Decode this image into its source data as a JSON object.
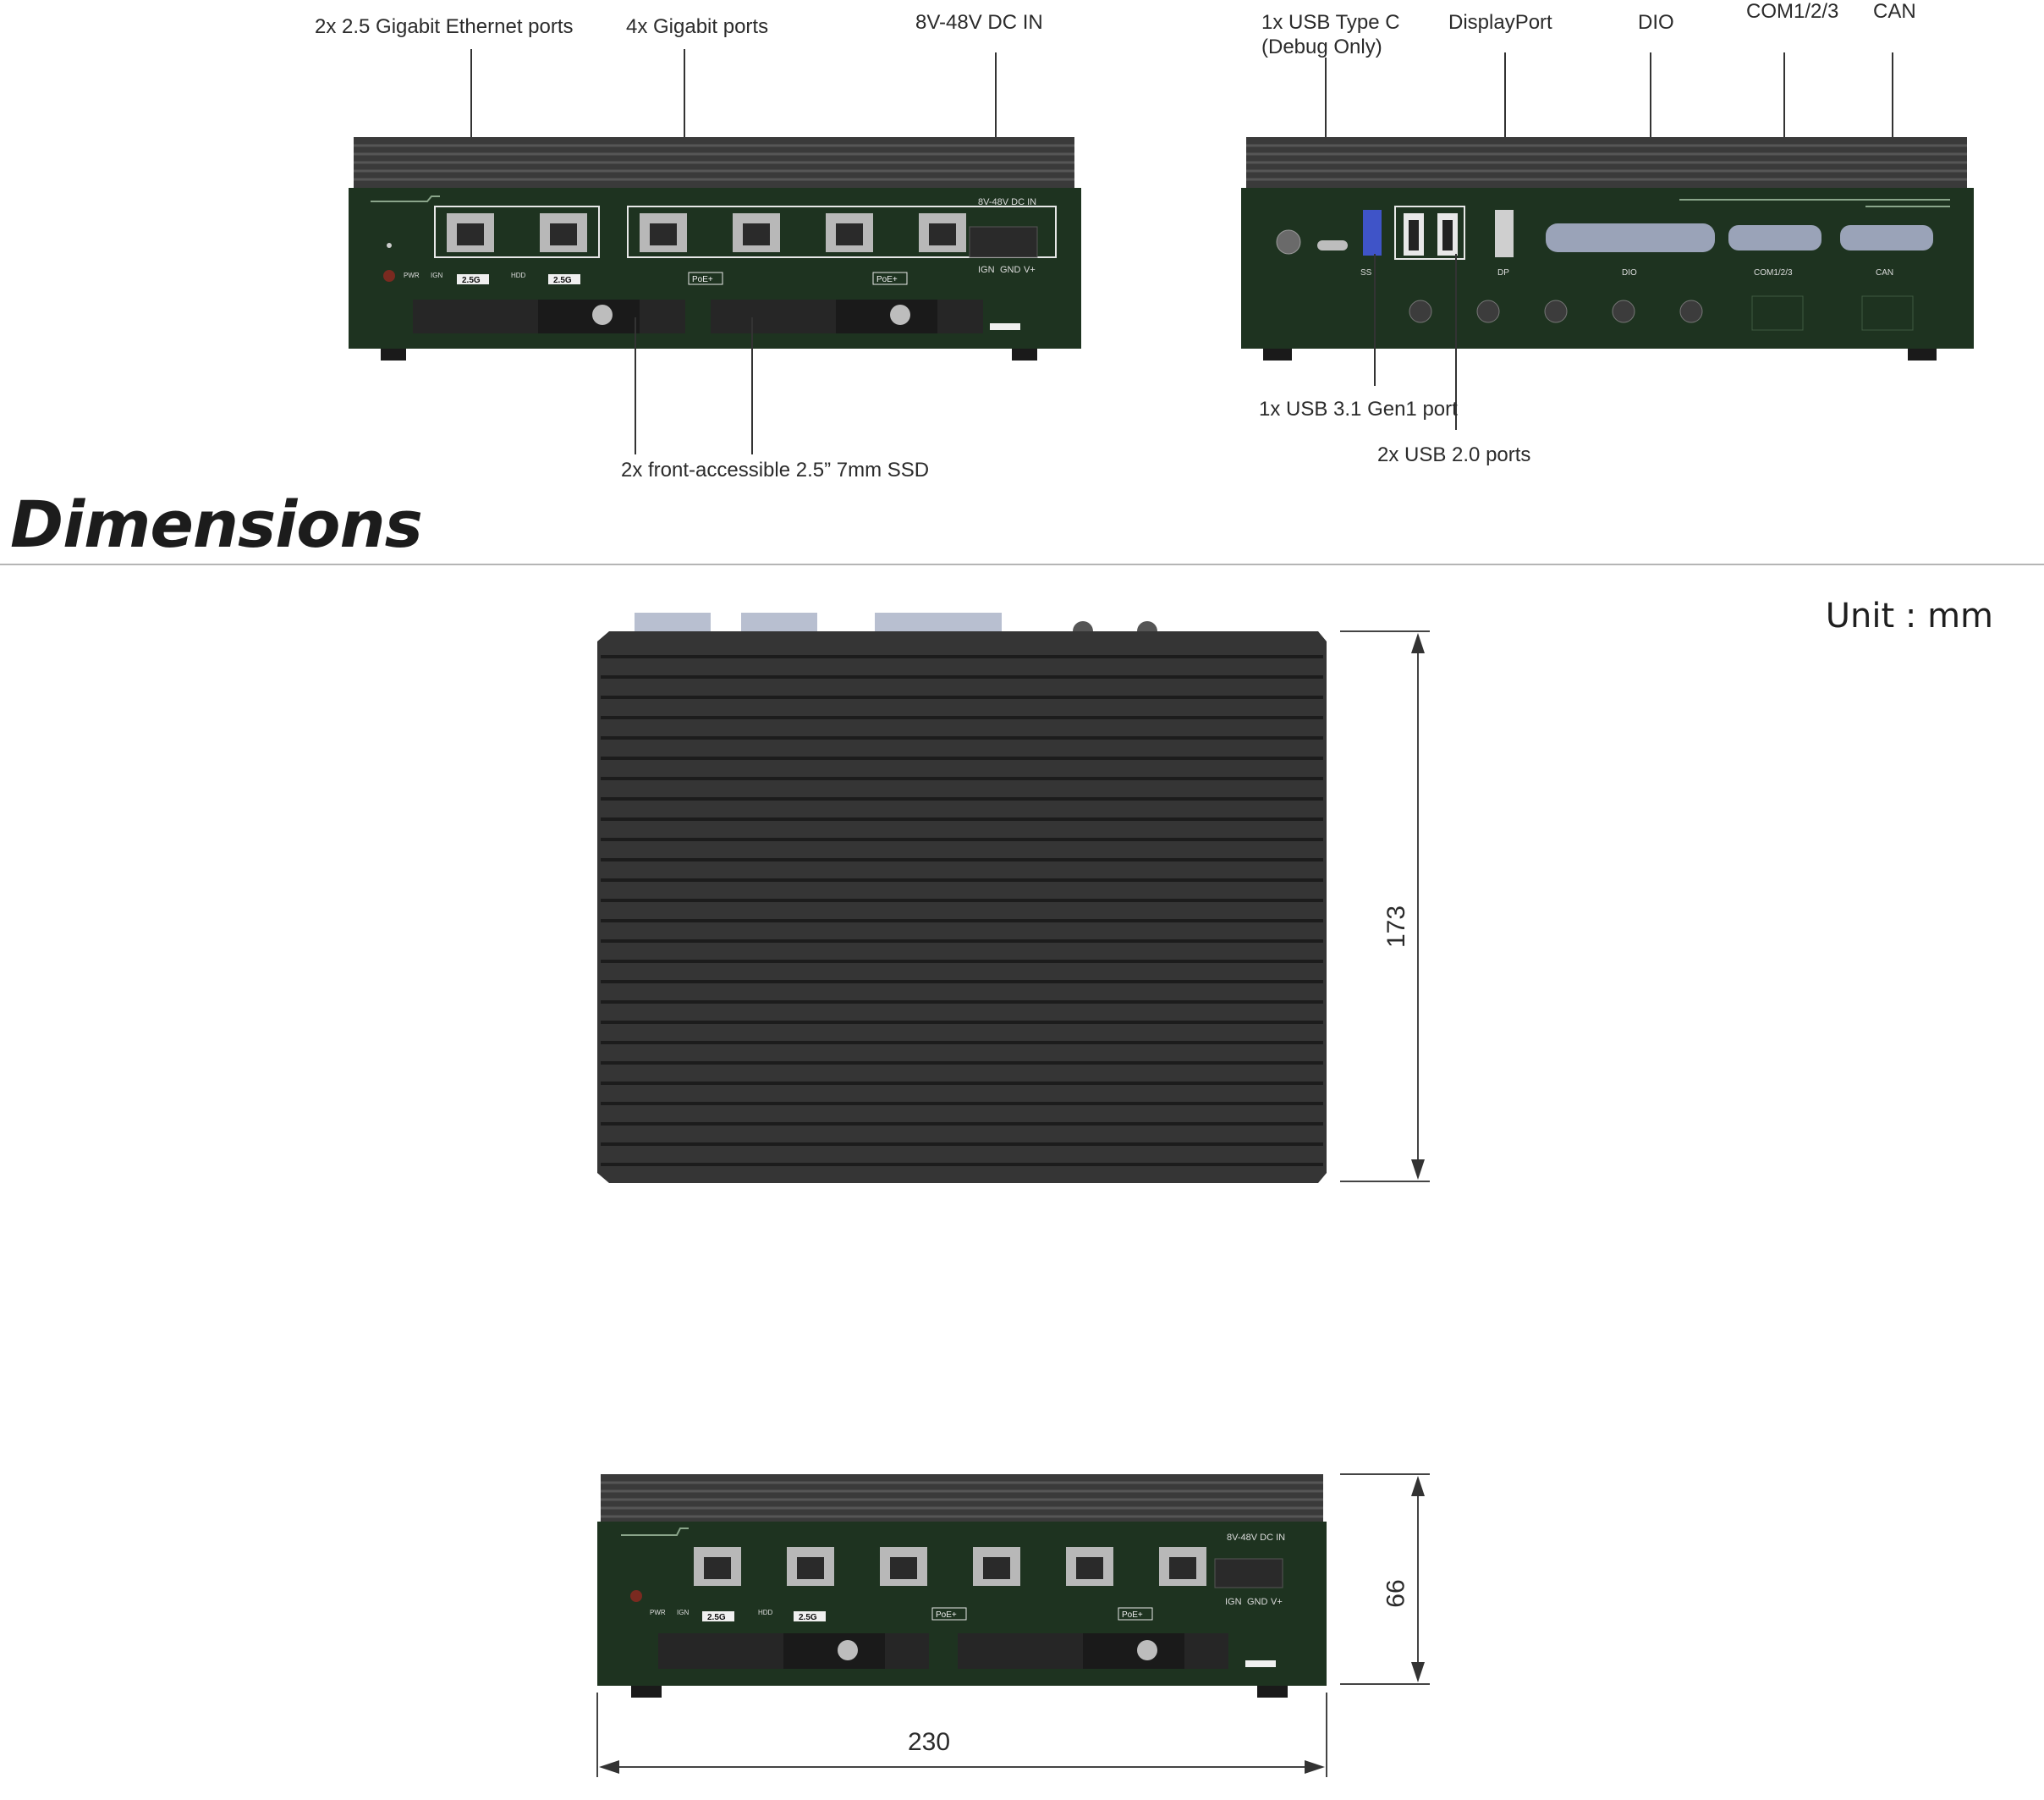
{
  "front_labels": {
    "ethernet_25g": "2x 2.5 Gigabit Ethernet ports",
    "gigabit": "4x Gigabit ports",
    "dc_in": "8V-48V DC IN",
    "ssd": "2x front-accessible 2.5” 7mm SSD"
  },
  "rear_labels": {
    "usb_c_line1": "1x USB Type C",
    "usb_c_line2": "(Debug Only)",
    "displayport": "DisplayPort",
    "dio": "DIO",
    "com": "COM1/2/3",
    "can": "CAN",
    "usb31": "1x USB 3.1 Gen1 port",
    "usb20": "2x USB 2.0 ports"
  },
  "panel_front": {
    "dc_in_label": "8V-48V DC IN",
    "ign": "IGN",
    "gnd": "GND",
    "vplus": "V+",
    "pwr": "PWR",
    "ign_led": "IGN",
    "hdd": "HDD",
    "badge_25g": "2.5G",
    "poe": "PoE+"
  },
  "panel_rear": {
    "ss": "SS",
    "dp": "DP",
    "dio": "DIO",
    "com": "COM1/2/3",
    "can": "CAN"
  },
  "section": {
    "title": "Dimensions",
    "unit": "Unit : mm"
  },
  "dimensions": {
    "depth": "173",
    "height": "66",
    "width": "230"
  },
  "colors": {
    "panel_green": "#1e3320",
    "heatsink": "#3a3a3a",
    "port_grey": "#b8b8b8",
    "usb31_blue": "#3f54c8"
  }
}
